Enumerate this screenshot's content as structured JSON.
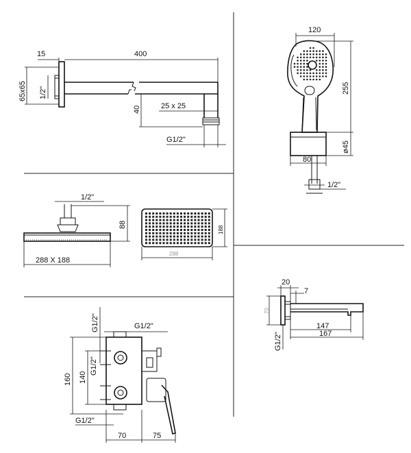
{
  "arm": {
    "dim_15": "15",
    "dim_400": "400",
    "dim_65x65": "65x65",
    "thread": "1/2\"",
    "dim_40": "40",
    "dim_25x25": "25 x 25",
    "connection": "G1/2\""
  },
  "handshower": {
    "dim_120": "120",
    "dim_255": "255",
    "dim_dia45": "ø45",
    "dim_80": "80",
    "thread": "1/2\""
  },
  "head": {
    "thread": "1/2\"",
    "dim_88": "88",
    "size": "288 X 188",
    "plan_width": "288",
    "plan_depth": "188"
  },
  "spout": {
    "dim_20": "20",
    "dim_7": "7",
    "dim_70": "70",
    "dim_147": "147",
    "dim_167": "167",
    "connection": "G1/2\""
  },
  "mixer": {
    "conn_top_left": "G1/2\"",
    "conn_top": "G1/2\"",
    "conn_side": "G1/2\"",
    "conn_bottom": "G1/2\"",
    "dim_160": "160",
    "dim_140": "140",
    "dim_70": "70",
    "dim_75": "75"
  }
}
